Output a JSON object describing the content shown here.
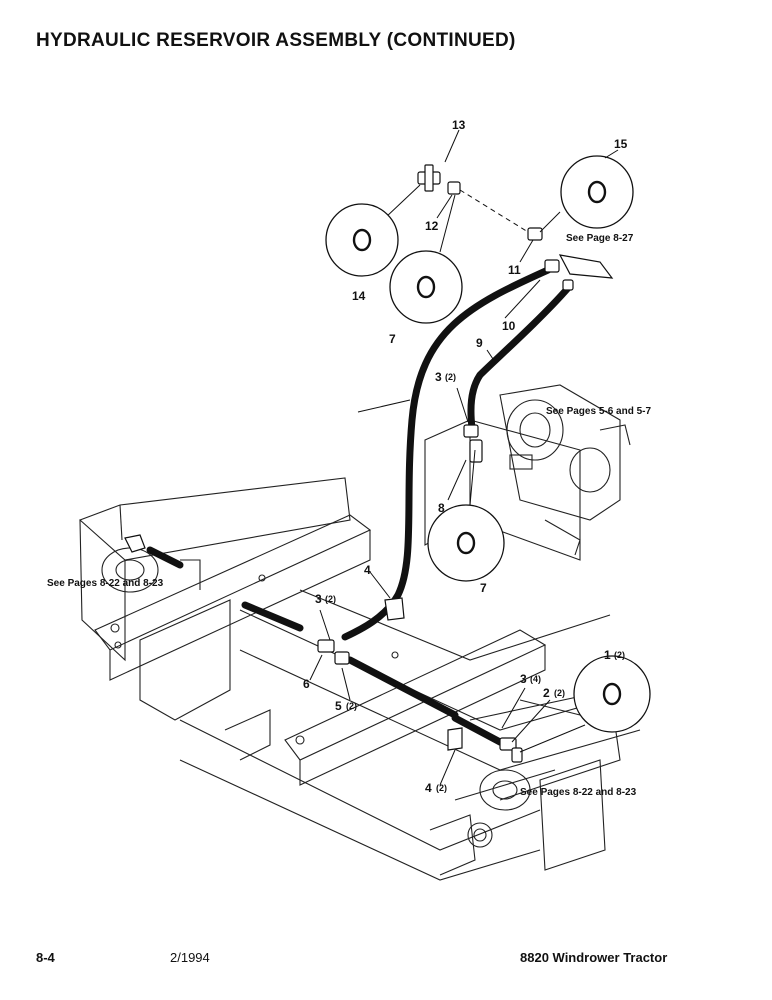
{
  "header": {
    "title": "HYDRAULIC RESERVOIR ASSEMBLY (CONTINUED)"
  },
  "footer": {
    "page_number": "8-4",
    "date": "2/1994",
    "model": "8820 Windrower Tractor"
  },
  "callouts": {
    "c1": "1",
    "c1q": "(2)",
    "c2": "2",
    "c2q": "(2)",
    "c3a": "3",
    "c3aq": "(2)",
    "c3b": "3",
    "c3bq": "(2)",
    "c3c": "3",
    "c3cq": "(4)",
    "c4a": "4",
    "c4b": "4",
    "c4bq": "(2)",
    "c5": "5",
    "c5q": "(2)",
    "c6": "6",
    "c7a": "7",
    "c7b": "7",
    "c8": "8",
    "c9": "9",
    "c10": "10",
    "c11": "11",
    "c12": "12",
    "c13": "13",
    "c14": "14",
    "c15": "15"
  },
  "references": {
    "r_827": "See Page 8-27",
    "r_56": "See Pages 5-6 and 5-7",
    "r_822a": "See Pages 8-22 and 8-23",
    "r_822b": "See Pages 8-22 and 8-23"
  }
}
